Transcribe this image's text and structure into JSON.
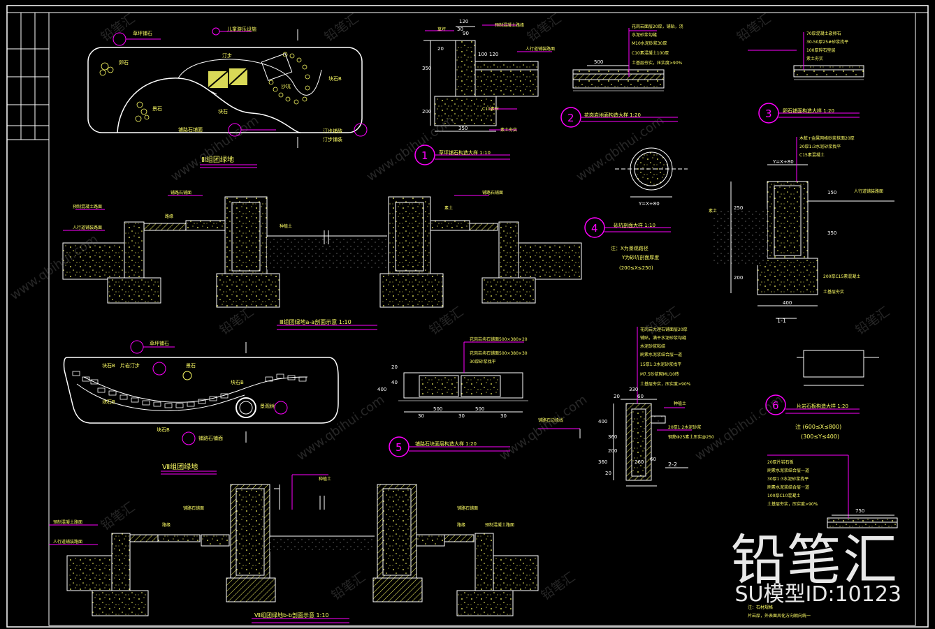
{
  "colors": {
    "background": "#000000",
    "border": "#ffffff",
    "annotation": "#ff00ff",
    "concrete_fill": "#ffff66",
    "text": "#ffff00"
  },
  "plan_1": {
    "title": "Ⅲ组团绿地",
    "labels": [
      "草坪铺石",
      "儿童游乐设施",
      "汀步",
      "沙坑",
      "卵石",
      "景石",
      "块石",
      "铺路石铺面",
      "块石B",
      "汀步铺砖",
      "汀步铺装"
    ]
  },
  "plan_2": {
    "title": "Ⅶ组团绿地",
    "labels": [
      "草坪铺石",
      "块石B",
      "片岩汀步",
      "景石",
      "块石B",
      "块石B",
      "景观树",
      "块石B",
      "铺路石铺面"
    ]
  },
  "section_a": {
    "title": "Ⅲ组团绿地a-a剖面示意 1:10",
    "labels": [
      "铺路石铺面",
      "铺路石铺面",
      "预制混凝土路面",
      "人行道铺装路面",
      "种植土",
      "路缘",
      "素土"
    ]
  },
  "section_b": {
    "title": "Ⅶ组团绿地b-b剖面示意 1:10",
    "labels": [
      "预制混凝土路面",
      "人行道铺装路面",
      "路缘",
      "铺路石铺面",
      "种植土",
      "铺路石铺面",
      "路缘",
      "预制混凝土路面"
    ]
  },
  "detail_1": {
    "number": "1",
    "title": "草坪铺石构造大样 1:10",
    "dims": [
      "120",
      "30",
      "90",
      "20",
      "100",
      "120",
      "350",
      "200",
      "350"
    ],
    "labels": [
      "预制混凝土路缘",
      "人行道铺装路面",
      "C10素砼",
      "素土夯实",
      "草坪"
    ]
  },
  "detail_2": {
    "number": "2",
    "title": "花岗岩地面构造大样 1:20",
    "dims": [
      "500"
    ],
    "notes": [
      "花岗岩面层20厚，铺贴，浇",
      "水泥砂浆勾缝",
      "M10水泥砂浆30厚",
      "C10素混凝土100厚",
      "土基层夯实，压实度>90%"
    ]
  },
  "detail_3": {
    "number": "3",
    "title": "卵石铺面构造大样 1:20",
    "notes": [
      "70厚混凝土嵌卵石",
      "30-50厚25#砂浆找平",
      "100厚碎石垫层",
      "素土夯实"
    ]
  },
  "detail_4": {
    "number": "4",
    "title": "砂坑剖面大样 1:10",
    "notes": [
      "注：X为景观路径",
      "Y为砂坑剖面厚度",
      "(200≤X≤250)"
    ],
    "dims": [
      "Y=X+80"
    ]
  },
  "detail_5": {
    "number": "5",
    "title": "铺路石块面层构造大样 1:20",
    "notes": [
      "花岗岩块石铺面500×380×20",
      "花岗岩块石铺面500×380×30",
      "30厚砂浆找平"
    ],
    "dims": [
      "500",
      "500",
      "30",
      "30",
      "30",
      "20",
      "400",
      "40"
    ]
  },
  "detail_6": {
    "number": "6",
    "title": "片岩石板构造大样 1:20",
    "notes": [
      "注 (600≤X≤800)",
      "(300≤Y≤400)"
    ],
    "layers": [
      "20厚片岩石板",
      "刷素水泥浆结合层一道",
      "30厚1:3水泥砂浆找平",
      "刷素水泥浆结合层一道",
      "100厚C10混凝土",
      "土基层夯实，压实度>90%"
    ],
    "dims": [
      "750"
    ],
    "footnote": [
      "注：石材规格",
      "片岩厚，外表面风化方向朝向统一"
    ]
  },
  "section_1_1": {
    "title": "1-1",
    "dims": [
      "Y=X+80",
      "150",
      "350",
      "250",
      "200",
      "400"
    ],
    "labels": [
      "木桩+金属网格砂浆抹面20厚",
      "20厚1:3水泥砂浆找平",
      "C15素混凝土",
      "人行道铺装路面",
      "素土",
      "200厚C15素混凝土",
      "土基层夯实"
    ]
  },
  "section_2_2": {
    "title": "2-2",
    "dims": [
      "330",
      "20",
      "60",
      "400",
      "360",
      "200",
      "360",
      "260",
      "60",
      "20"
    ],
    "labels": [
      "花岗岩大理石铺面层20厚",
      "铺贴，满干水泥砂浆勾缝",
      "水泥砂浆粘结",
      "刷素水泥浆结合层一道",
      "15厚1:3水泥砂浆找平",
      "M7.5砂浆砌MU10砖",
      "土基层夯实，压实度>90%",
      "种植土",
      "20厚1:2水泥砂浆",
      "钢筋Φ25素土压实@250",
      "铺路石边缘线"
    ]
  },
  "watermark": {
    "logo": "铅笔汇",
    "model_id": "SU模型ID:10123",
    "tiles": [
      "铅笔汇",
      "www.qbihui.com"
    ]
  }
}
